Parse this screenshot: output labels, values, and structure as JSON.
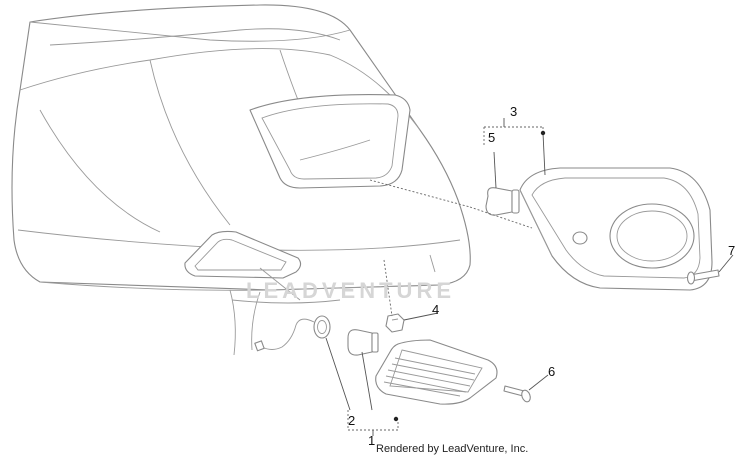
{
  "diagram": {
    "callouts": {
      "c1": "1",
      "c2": "2",
      "c3": "3",
      "c4": "4",
      "c5": "5",
      "c6": "6",
      "c7": "7"
    },
    "watermark": "LEADVENTURE",
    "credit": "Rendered by LeadVenture, Inc."
  }
}
